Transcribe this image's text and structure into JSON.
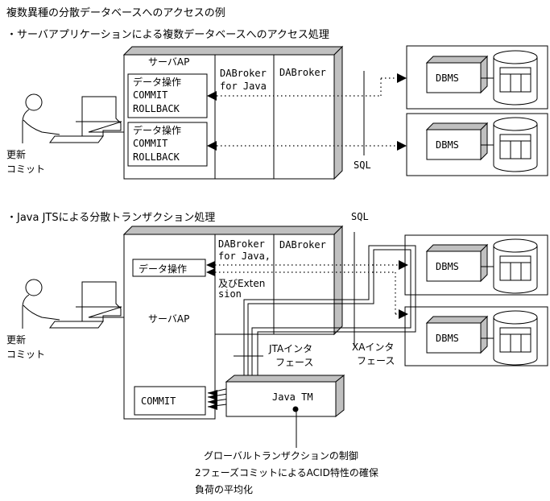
{
  "title": "複数異種の分散データベースへのアクセスの例",
  "colors": {
    "bevel_gray": "#c0c0c0",
    "line": "#000000",
    "background": "#ffffff"
  },
  "section1": {
    "heading": "・サーバアプリケーションによる複数データベースへのアクセス処理",
    "server_label": "サーバAP",
    "op_box": {
      "line1": "データ操作",
      "line2": "COMMIT",
      "line3": "ROLLBACK"
    },
    "middleware1": {
      "line1": "DABroker",
      "line2": "for Java"
    },
    "middleware2": "DABroker",
    "sql_label": "SQL",
    "dbms_label": "DBMS",
    "user": {
      "line1": "更新",
      "line2": "コミット"
    }
  },
  "section2": {
    "heading": "・Java JTSによる分散トランザクション処理",
    "sql_label": "SQL",
    "server_label": "サーバAP",
    "op_label": "データ操作",
    "commit_label": "COMMIT",
    "middleware1": {
      "line1": "DABroker",
      "line2": "for Java,",
      "line3": "及びExten",
      "line4": "sion"
    },
    "middleware2": "DABroker",
    "jta_label": {
      "line1": "JTAインタ",
      "line2": "フェース"
    },
    "xa_label": {
      "line1": "XAインタ",
      "line2": "フェース"
    },
    "javatm_label": "Java TM",
    "dbms_label": "DBMS",
    "user": {
      "line1": "更新",
      "line2": "コミット"
    },
    "notes": [
      "グローバルトランザクションの制御",
      "2フェーズコミットによるACID特性の確保",
      "負荷の平均化"
    ]
  }
}
